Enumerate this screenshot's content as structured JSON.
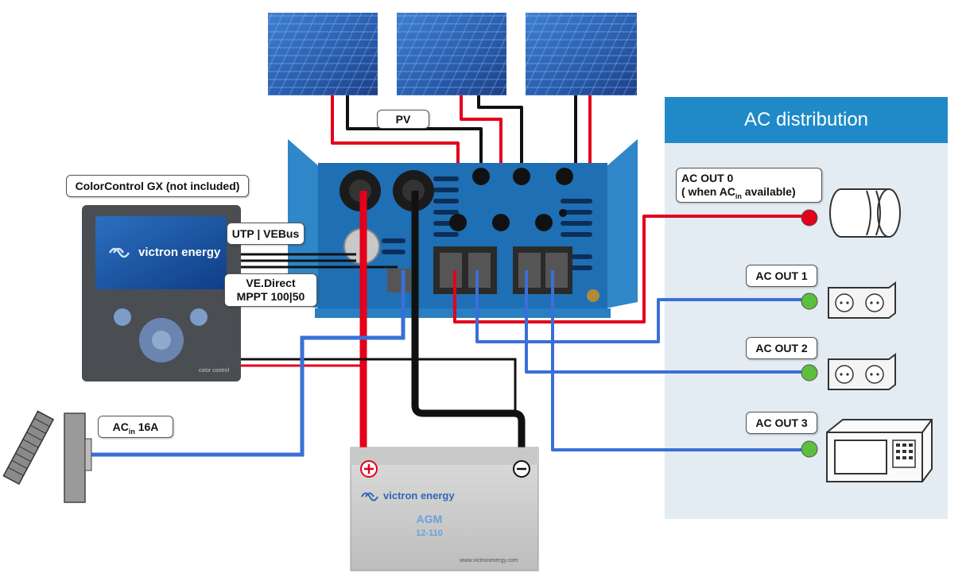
{
  "labels": {
    "pv": "PV",
    "color_control": "ColorControl GX (not included)",
    "utp_vebus": "UTP | VEBus",
    "vedirect_line1": "VE.Direct",
    "vedirect_line2": "MPPT 100|50",
    "acin_prefix": "AC",
    "acin_sub": "in",
    "acin_suffix": "16A",
    "ac_distribution": "AC distribution",
    "ac_out0_line1": "AC  OUT 0",
    "ac_out0_line2_a": "( when AC",
    "ac_out0_line2_sub": "in",
    "ac_out0_line2_b": " available)",
    "ac_out1": "AC OUT 1",
    "ac_out2": "AC OUT 2",
    "ac_out3": "AC OUT 3"
  },
  "device_text": {
    "gx_brand": "victron energy",
    "gx_model": "color control",
    "battery_brand": "victron energy",
    "battery_type": "AGM",
    "battery_model": "12-110",
    "battery_url": "www.victronenergy.com"
  },
  "colors": {
    "ac_panel": "#e2ecf2",
    "ac_header": "#1f8ac7",
    "wire_red": "#e3001b",
    "wire_black": "#111111",
    "wire_blue": "#3a6fd8",
    "enclosure_blue": "#2a7ec2",
    "node_green": "#5cbf3f",
    "node_red": "#e3001b"
  }
}
